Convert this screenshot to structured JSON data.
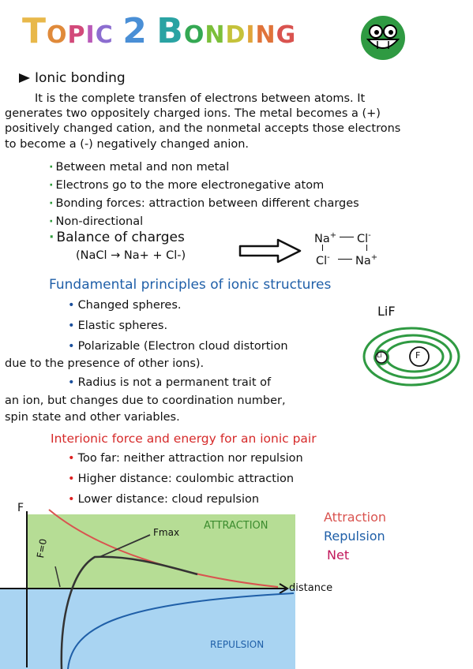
{
  "title": {
    "letters": [
      "T",
      "O",
      "P",
      "I",
      "C",
      " ",
      "2",
      " ",
      "B",
      "O",
      "N",
      "D",
      "I",
      "N",
      "G"
    ],
    "colors": [
      "#e8b84a",
      "#e08a3a",
      "#d24a7a",
      "#b95ab8",
      "#8c6dd0",
      "#fff",
      "#4a8fd6",
      "#fff",
      "#2aa3a3",
      "#34a853",
      "#7bbf3a",
      "#c5c23a",
      "#e0a53a",
      "#e0733a",
      "#d9534f"
    ]
  },
  "ionic": {
    "heading": "Ionic bonding",
    "paragraph_lines": [
      "It is the complete transfen of electrons between atoms. It",
      "generates two oppositely charged ions. The metal becomes a (+)",
      "positively changed cation, and the nonmetal accepts those electrons",
      "to become a (-) negatively changed anion."
    ],
    "bullets": [
      "Between metal and non metal",
      "Electrons go to the more electronegative atom",
      "Bonding forces: attraction between different charges",
      "Non-directional",
      "Balance of charges"
    ],
    "equation": "(NaCl → Na+ + Cl-)",
    "lattice": {
      "row1_a": "Na",
      "row1_a_sup": "+",
      "row1_b": "Cl",
      "row1_b_sup": "-",
      "row2_a": "Cl",
      "row2_a_sup": "-",
      "row2_b": "Na",
      "row2_b_sup": "+"
    }
  },
  "fundamental": {
    "heading": "Fundamental principles of ionic structures",
    "bullets": [
      "Changed spheres.",
      "Elastic spheres."
    ],
    "polarizable": [
      "Polarizable (Electron cloud distortion",
      "due to the presence of other ions)."
    ],
    "radius": [
      "Radius is not a permanent trait of",
      "an ion, but changes due to coordination number,",
      "spin state and other variables."
    ],
    "lif_label": "LiF",
    "li": "Li",
    "f": "F"
  },
  "interionic": {
    "heading": "Interionic force and energy for an ionic pair",
    "bullets": [
      "Too far: neither attraction nor repulsion",
      "Higher distance: coulombic attraction",
      "Lower distance: cloud repulsion"
    ]
  },
  "chart_data": {
    "type": "line",
    "title": "",
    "ylabel": "F",
    "xlabel": "distance",
    "region_labels": [
      "ATTRACTION",
      "REPULSION"
    ],
    "annotations": [
      "Fmax",
      "F=0"
    ],
    "series": [
      {
        "name": "Attraction",
        "color": "#d9534f"
      },
      {
        "name": "Repulsion",
        "color": "#1f5fa8"
      },
      {
        "name": "Net",
        "color": "#c2185b"
      }
    ],
    "grid": false
  },
  "colors": {
    "green_band": "#b6dd95",
    "blue_band": "#a9d4f2",
    "title_blue": "#1f5fa8",
    "accent_red": "#d62a2a"
  }
}
